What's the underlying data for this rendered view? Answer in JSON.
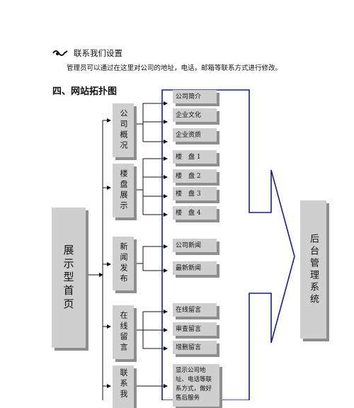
{
  "contact": {
    "title": "联系我们设置",
    "description": "管理员可以通过在这里对公司的地址，电话，邮箱等联系方式进行修改。"
  },
  "section": {
    "title": "四、网站拓扑图"
  },
  "diagram": {
    "root": "展示型首页",
    "backend": "后台管理系统",
    "groups": [
      {
        "label": "公司概况",
        "items": [
          "公司简介",
          "企业文化",
          "企业资质"
        ]
      },
      {
        "label": "楼盘展示",
        "items": [
          "楼　盘 1",
          "楼　盘 2",
          "楼　盘 3",
          "楼　盘 4"
        ]
      },
      {
        "label": "新闻发布",
        "items": [
          "公司新闻",
          "最新新闻"
        ]
      },
      {
        "label": "在线留言",
        "items": [
          "在线留言",
          "审查留言",
          "增删留言"
        ]
      },
      {
        "label": "联系我",
        "items": [
          "显示公司地址、电话等联系方式，做好售后服务"
        ]
      }
    ]
  },
  "colors": {
    "box": "#cfcfcf",
    "shadow": "#8e8e8e",
    "outline": "#1b1f7a"
  }
}
